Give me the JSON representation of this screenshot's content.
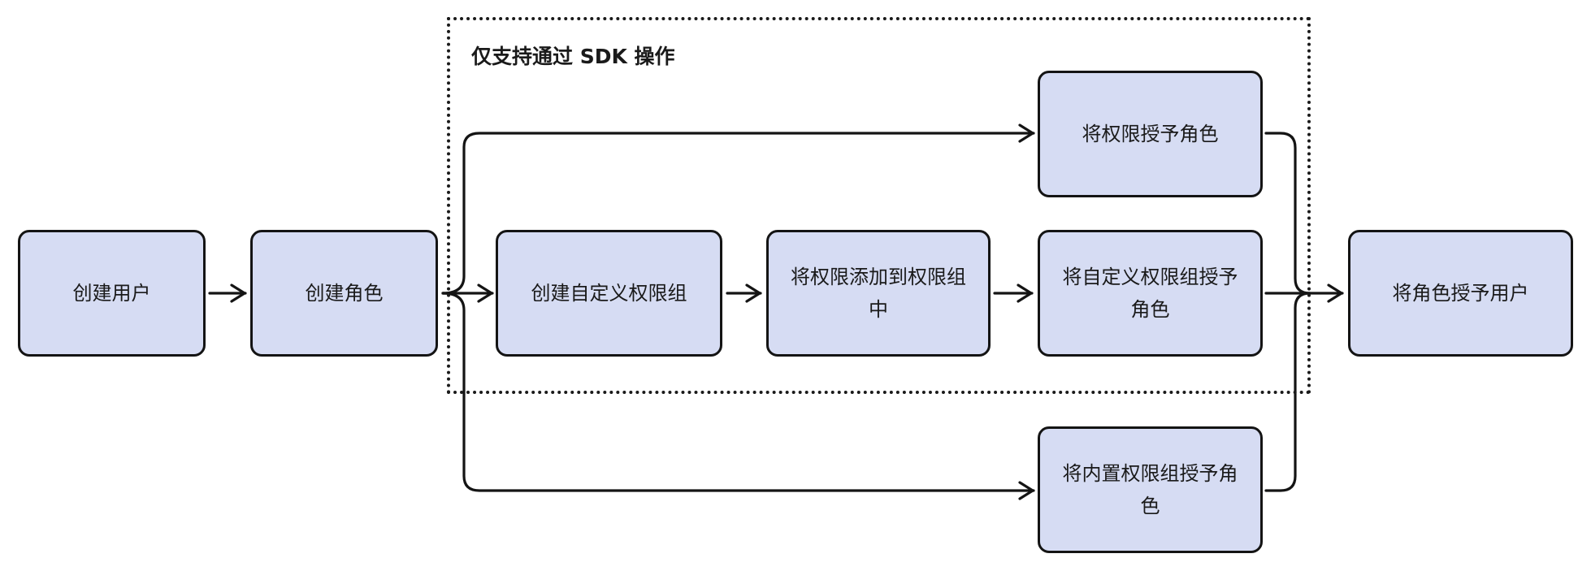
{
  "group": {
    "title": "仅支持通过 SDK 操作"
  },
  "nodes": {
    "create_user": "创建用户",
    "create_role": "创建角色",
    "create_custom_group": "创建自定义权限组",
    "add_permission_to_group": "将权限添加到权限组中",
    "grant_permission_to_role": "将权限授予角色",
    "grant_custom_group_to_role": "将自定义权限组授予角色",
    "grant_builtin_group_to_role": "将内置权限组授予角色",
    "grant_role_to_user": "将角色授予用户"
  },
  "colors": {
    "node_fill": "#d6dcf3",
    "stroke": "#141414"
  }
}
